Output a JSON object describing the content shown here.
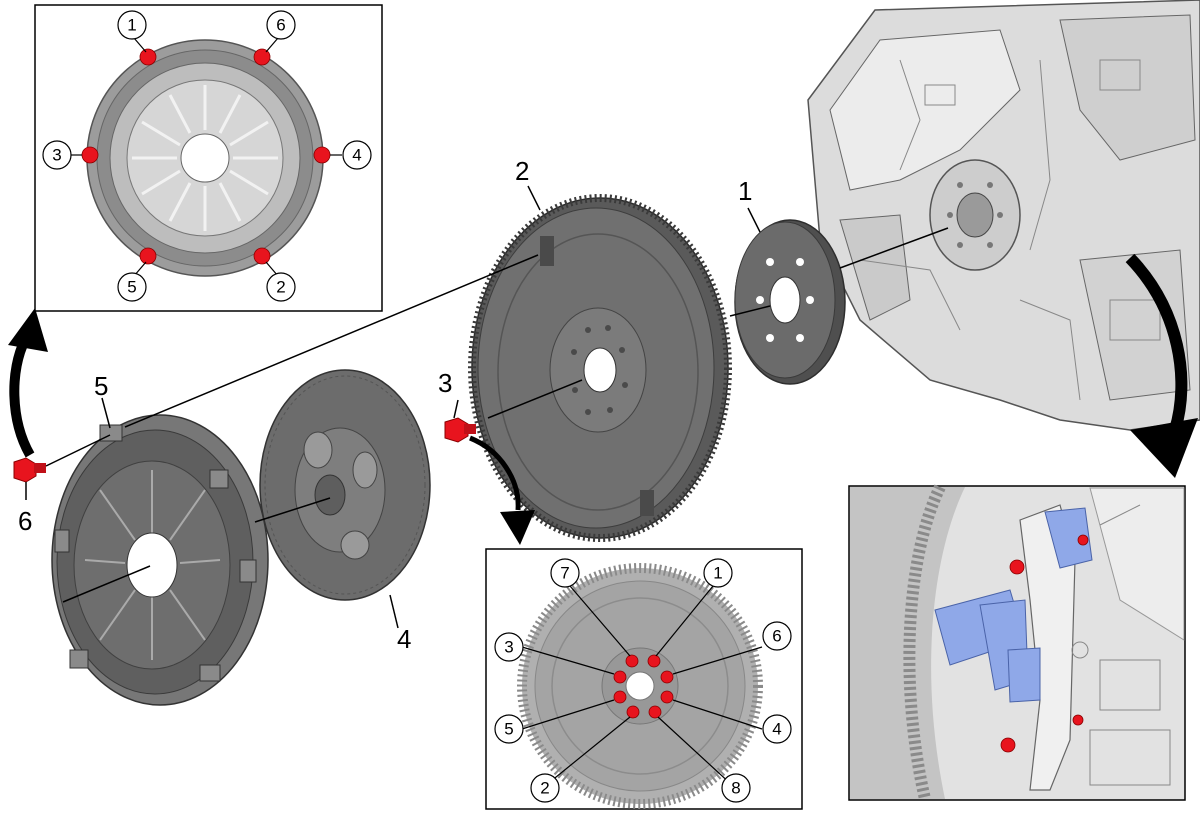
{
  "parts": {
    "p1": "1",
    "p2": "2",
    "p3": "3",
    "p4": "4",
    "p5": "5",
    "p6": "6"
  },
  "insets": {
    "clutch_cover_sequence": [
      "1",
      "6",
      "3",
      "4",
      "5",
      "2"
    ],
    "flywheel_sequence": [
      "7",
      "1",
      "3",
      "6",
      "5",
      "4",
      "2",
      "8"
    ]
  },
  "colors": {
    "bolt": "#e8141e",
    "tool": "#8fa8e8",
    "part_dark": "#6f6f6f",
    "part_mid": "#8a8a8a",
    "part_light": "#b5b5b5",
    "engine": "#d9d9d9"
  }
}
